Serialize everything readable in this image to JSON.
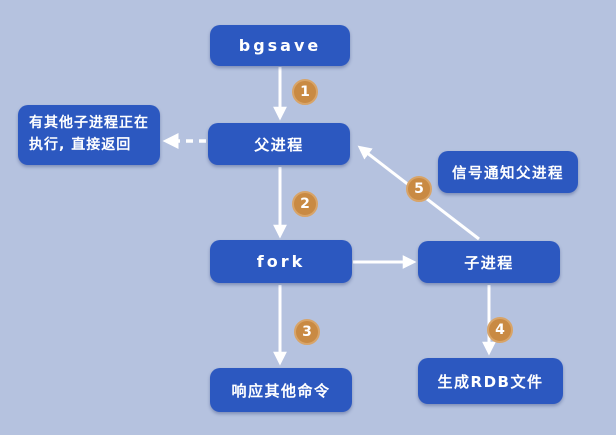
{
  "diagram": {
    "nodes": {
      "bgsave": "bgsave",
      "early_return": "有其他子进程正在\n执行, 直接返回",
      "parent": "父进程",
      "signal_notify": "信号通知父进程",
      "fork": "fork",
      "child": "子进程",
      "respond_other": "响应其他命令",
      "generate_rdb": "生成RDB文件"
    },
    "steps": {
      "s1": "1",
      "s2": "2",
      "s3": "3",
      "s4": "4",
      "s5": "5"
    },
    "colors": {
      "background": "#b5c2df",
      "node": "#2c58c0",
      "badge": "#c98a43",
      "badge-border": "#d8a468",
      "arrow": "#ffffff",
      "node-text": "#ffffff"
    }
  }
}
